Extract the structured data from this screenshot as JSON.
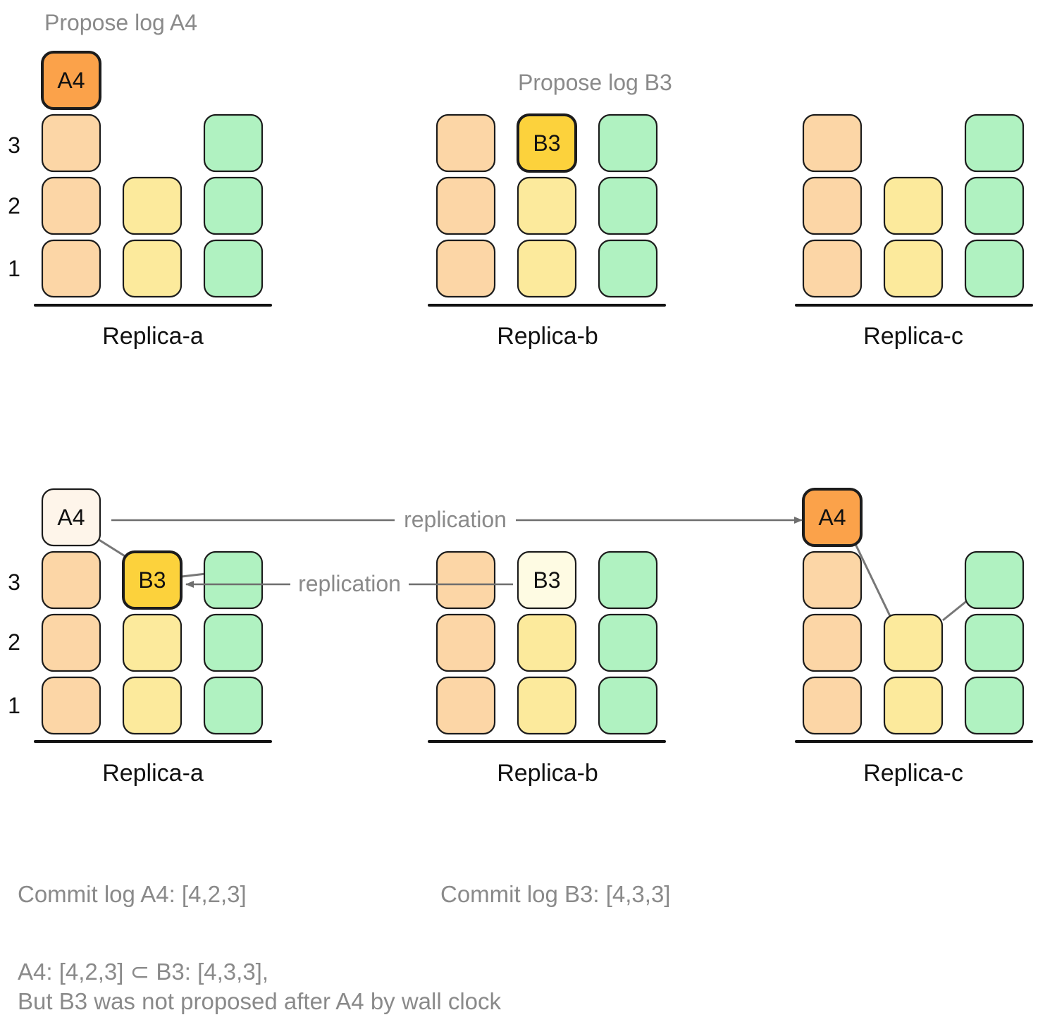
{
  "colors": {
    "orange": "#fcd6a6",
    "yellow": "#fcea9c",
    "green": "#b0f2c1",
    "a4_active": "#fba24a",
    "b3_active": "#fcd23c",
    "a4_ghost": "#fef5ea",
    "b3_ghost": "#fefbe3",
    "text_gray": "#8a8a8a",
    "text_dark": "#111111"
  },
  "top": {
    "propose_a4": "Propose log A4",
    "propose_b3": "Propose log B3",
    "row_labels": [
      "3",
      "2",
      "1"
    ],
    "replicas": [
      {
        "name": "Replica-a",
        "columns": [
          {
            "color": "orange",
            "count": 3,
            "extra": {
              "label": "A4",
              "style": "a4_active"
            }
          },
          {
            "color": "yellow",
            "count": 2
          },
          {
            "color": "green",
            "count": 3
          }
        ]
      },
      {
        "name": "Replica-b",
        "columns": [
          {
            "color": "orange",
            "count": 3
          },
          {
            "color": "yellow",
            "count": 2,
            "extra": {
              "label": "B3",
              "style": "b3_active"
            }
          },
          {
            "color": "green",
            "count": 3
          }
        ]
      },
      {
        "name": "Replica-c",
        "columns": [
          {
            "color": "orange",
            "count": 3
          },
          {
            "color": "yellow",
            "count": 2
          },
          {
            "color": "green",
            "count": 3
          }
        ]
      }
    ]
  },
  "bottom": {
    "row_labels": [
      "3",
      "2",
      "1"
    ],
    "replication_label_1": "replication",
    "replication_label_2": "replication",
    "replicas": [
      {
        "name": "Replica-a",
        "columns": [
          {
            "color": "orange",
            "count": 3,
            "extra": {
              "label": "A4",
              "style": "a4_ghost"
            }
          },
          {
            "color": "yellow",
            "count": 2,
            "extra": {
              "label": "B3",
              "style": "b3_active"
            }
          },
          {
            "color": "green",
            "count": 3
          }
        ]
      },
      {
        "name": "Replica-b",
        "columns": [
          {
            "color": "orange",
            "count": 3
          },
          {
            "color": "yellow",
            "count": 2,
            "extra": {
              "label": "B3",
              "style": "b3_ghost"
            }
          },
          {
            "color": "green",
            "count": 3
          }
        ]
      },
      {
        "name": "Replica-c",
        "columns": [
          {
            "color": "orange",
            "count": 3,
            "extra": {
              "label": "A4",
              "style": "a4_active"
            }
          },
          {
            "color": "yellow",
            "count": 2
          },
          {
            "color": "green",
            "count": 3
          }
        ]
      }
    ]
  },
  "commit_a4": "Commit log A4: [4,2,3]",
  "commit_b3": "Commit log B3: [4,3,3]",
  "note_line1": "A4: [4,2,3] ⊂ B3: [4,3,3],",
  "note_line2": "But B3 was not proposed after A4 by wall clock"
}
